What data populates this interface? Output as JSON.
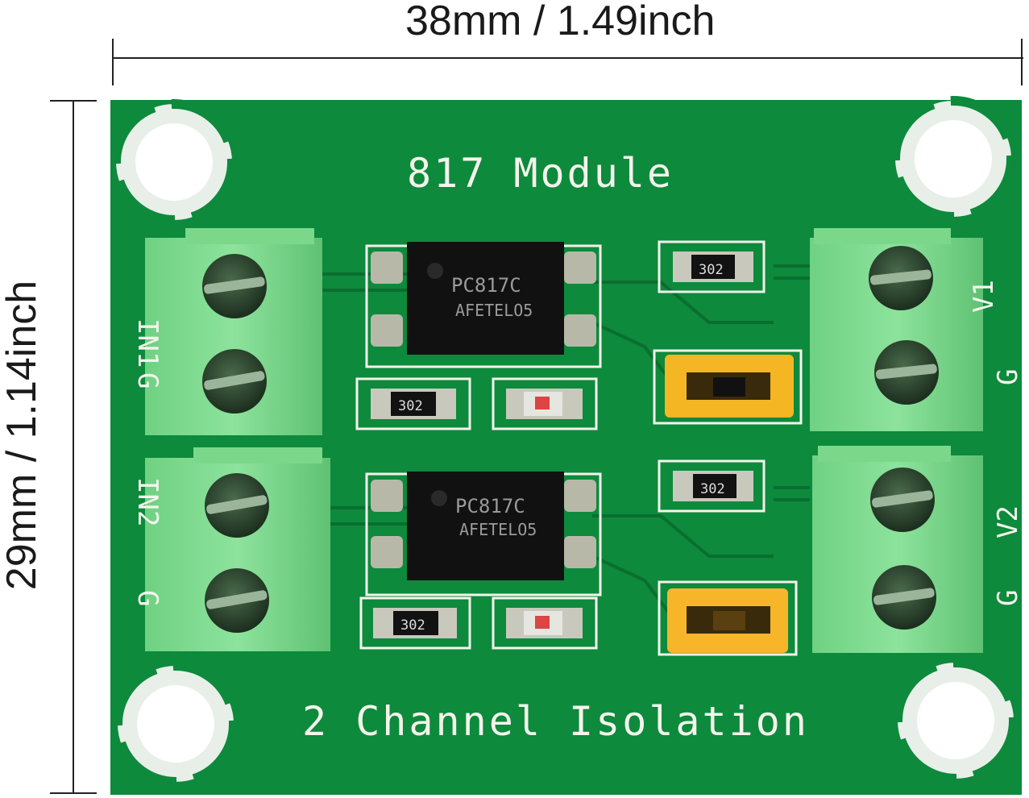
{
  "dimensions": {
    "width_label": "38mm / 1.49inch",
    "height_label": "29mm / 1.14inch"
  },
  "board": {
    "title": "817 Module",
    "subtitle": "2 Channel Isolation",
    "color": "#0d8a3c",
    "left_terminals": [
      {
        "labels": [
          "IN1",
          "G"
        ]
      },
      {
        "labels": [
          "IN2",
          "G"
        ]
      }
    ],
    "right_terminals": [
      {
        "labels": [
          "V1",
          "G"
        ]
      },
      {
        "labels": [
          "V2",
          "G"
        ]
      }
    ],
    "optocouplers": [
      {
        "line1": "PC817C",
        "line2": "AFETELO5"
      },
      {
        "line1": "PC817C",
        "line2": "AFETELO5"
      }
    ],
    "resistor_code": "302"
  }
}
